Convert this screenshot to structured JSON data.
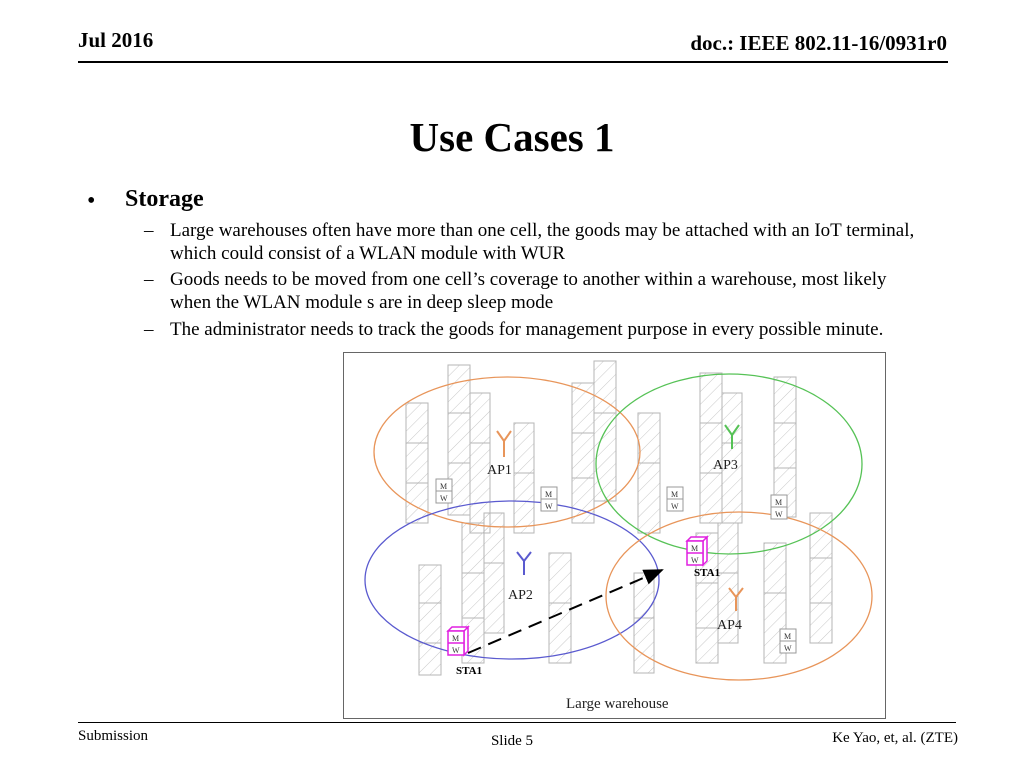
{
  "header": {
    "date": "Jul 2016",
    "doc": "doc.: IEEE 802.11-16/0931r0"
  },
  "title": "Use Cases 1",
  "bullet": {
    "symbol": "•",
    "heading": "Storage",
    "dash": "–",
    "items": [
      "Large warehouses often have more than one cell, the goods may be attached with an IoT terminal, which could consist of a WLAN module with WUR",
      "Goods needs to be moved from one cell’s coverage to another within a warehouse, most likely when the WLAN module s are in deep sleep mode",
      "The administrator needs to track the goods for management purpose in every possible minute."
    ]
  },
  "diagram": {
    "caption": "Large warehouse",
    "aps": [
      "AP1",
      "AP2",
      "AP3",
      "AP4"
    ],
    "station": "STA1",
    "module_m": "M",
    "module_w": "W",
    "colors": {
      "ap1": "#e8955a",
      "ap2": "#5a5acf",
      "ap3": "#56c256",
      "ap4": "#e8955a",
      "sta": "#e020e0"
    }
  },
  "footer": {
    "left": "Submission",
    "center": "Slide 5",
    "right": "Ke Yao, et, al. (ZTE)"
  }
}
